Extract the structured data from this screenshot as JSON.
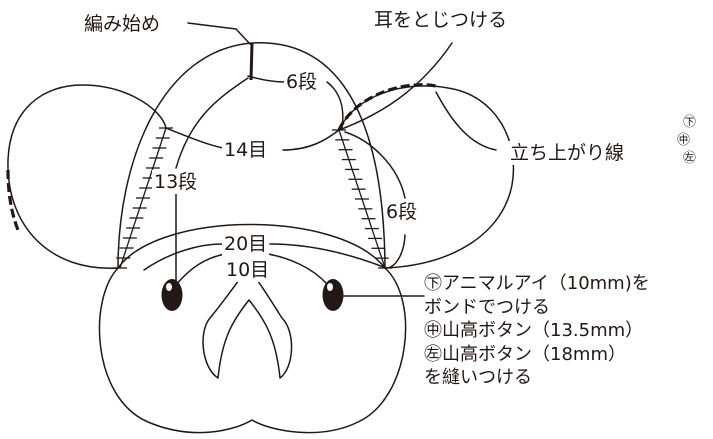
{
  "labels": {
    "start": "編み始め",
    "attach_ears": "耳をとじつける",
    "rise_line": "立ち上がり線",
    "rows_6_top": "6段",
    "sts_14": "14目",
    "rows_13": "13段",
    "rows_6_right": "6段",
    "sts_20": "20目",
    "sts_10": "10目"
  },
  "note": {
    "lines": [
      "㊦アニマルアイ（10mm)を",
      "ボンドでつける",
      "㊥山高ボタン（13.5mm）",
      "㊧山高ボタン（18mm）",
      "を縫いつける"
    ]
  },
  "clipped_note": {
    "lines": [
      "㊦",
      "㊥",
      "㊧"
    ]
  },
  "colors": {
    "ink": "#231815",
    "background": "#ffffff"
  }
}
